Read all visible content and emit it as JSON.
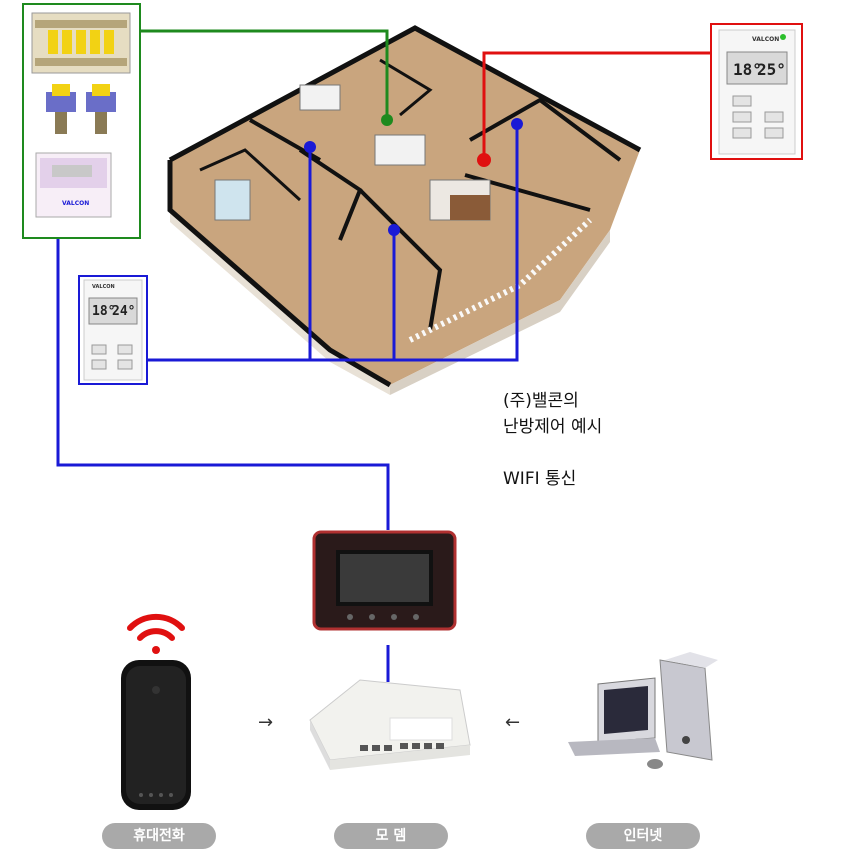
{
  "caption": {
    "line1": "(주)밸콘의",
    "line2": "난방제어 예시",
    "line3": "WIFI 통신"
  },
  "devices": {
    "phone_label": "휴대전화",
    "modem_label": "모 뎀",
    "internet_label": "인터넷"
  },
  "thermostat_left": {
    "brand": "VALCON",
    "temp_current": "18°",
    "temp_set": "24°"
  },
  "thermostat_right": {
    "brand": "VALCON",
    "temp_current": "18°",
    "temp_set": "25°"
  },
  "controller_box": {
    "brand": "VALCON"
  },
  "colors": {
    "green_line": "#1e8a1e",
    "red_line": "#e01010",
    "blue_line": "#1a1ad6",
    "pill": "#a9a9a9"
  }
}
